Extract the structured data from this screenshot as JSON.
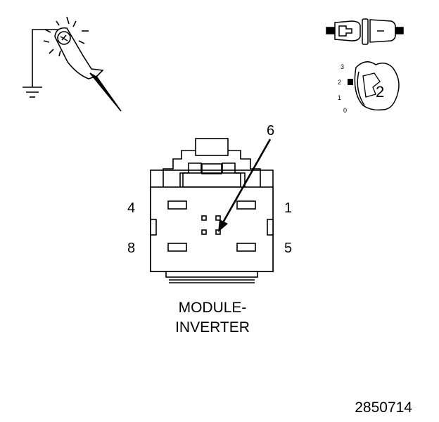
{
  "connector": {
    "pin_labels": {
      "top_left": "4",
      "top_right": "1",
      "bottom_left": "8",
      "bottom_right": "5",
      "callout": "6"
    },
    "caption_line1": "MODULE-",
    "caption_line2": "INVERTER"
  },
  "key_switch": {
    "positions": [
      "3",
      "2",
      "1",
      "0"
    ],
    "selected": "2"
  },
  "figure_number": "2850714",
  "icons": [
    "ground-probe-icon",
    "connector-disconnected-icon",
    "ignition-key-icon"
  ],
  "colors": {
    "ink": "#000000",
    "background": "#ffffff"
  }
}
